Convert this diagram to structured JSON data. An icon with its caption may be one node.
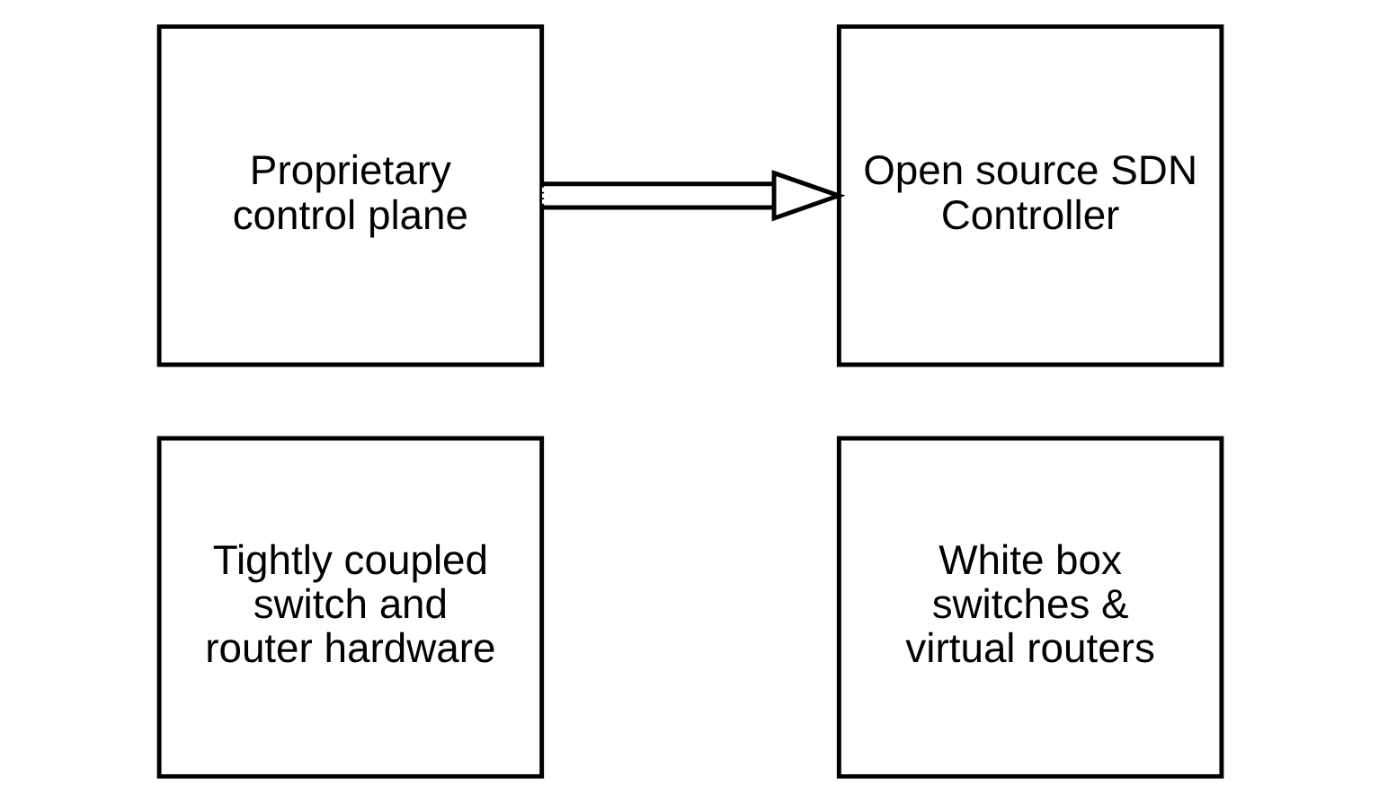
{
  "diagram": {
    "nodes": [
      {
        "text": [
          "Proprietary control plane"
        ]
      },
      {
        "text": [
          "Tightly coupled switch and router hardware"
        ]
      },
      {
        "text": [
          "Open source SDN Controller"
        ]
      },
      {
        "text": [
          "White box switches & virtual routers"
        ]
      }
    ],
    "edges": [
      {
        "from": 0,
        "to": 2,
        "arrow": "to"
      }
    ]
  }
}
